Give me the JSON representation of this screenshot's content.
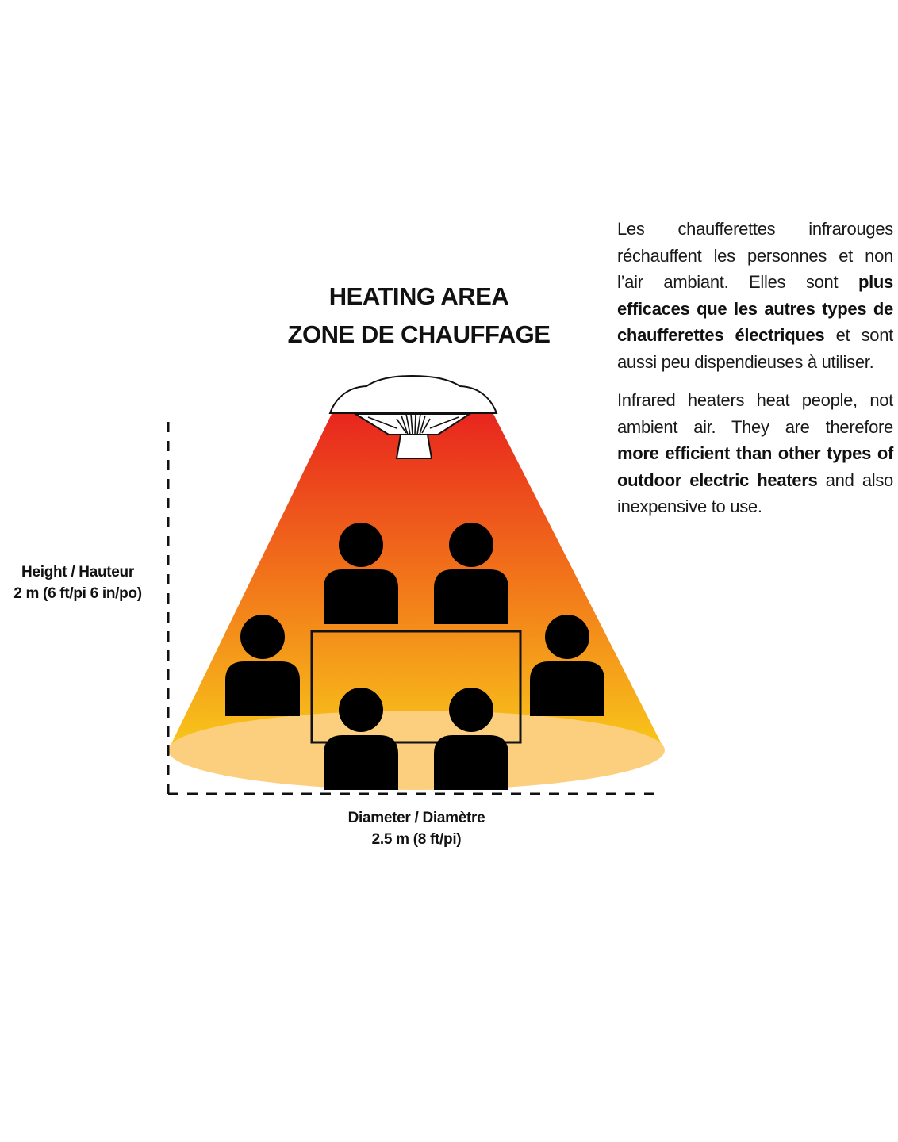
{
  "title": {
    "line1": "HEATING AREA",
    "line2": "ZONE DE CHAUFFAGE"
  },
  "description_fr": {
    "part1": "Les chaufferettes infrarouges réchauffent les personnes et non l’air ambiant. Elles sont ",
    "bold": "plus efficaces que les autres types de chaufferettes électriques",
    "part2": " et sont aussi peu dispendieuses à utiliser."
  },
  "description_en": {
    "part1": "Infrared heaters heat people, not ambient air. They are therefore ",
    "bold": "more efficient than other types of outdoor electric heaters",
    "part2": " and also inexpensive to use."
  },
  "height_dimension": {
    "line1": "Height / Hauteur",
    "line2": "2 m (6 ft/pi 6 in/po)"
  },
  "diameter_dimension": {
    "line1": "Diameter / Diamètre",
    "line2": "2.5 m (8 ft/pi)"
  },
  "colors": {
    "heat_top": "#e8261e",
    "heat_mid": "#f2761a",
    "heat_bottom": "#f8c81a",
    "floor_ellipse": "#fccf7f",
    "figure": "#000000"
  },
  "icons": {
    "heater": "patio-heater-icon",
    "person": "person-icon",
    "table": "table-outline"
  }
}
